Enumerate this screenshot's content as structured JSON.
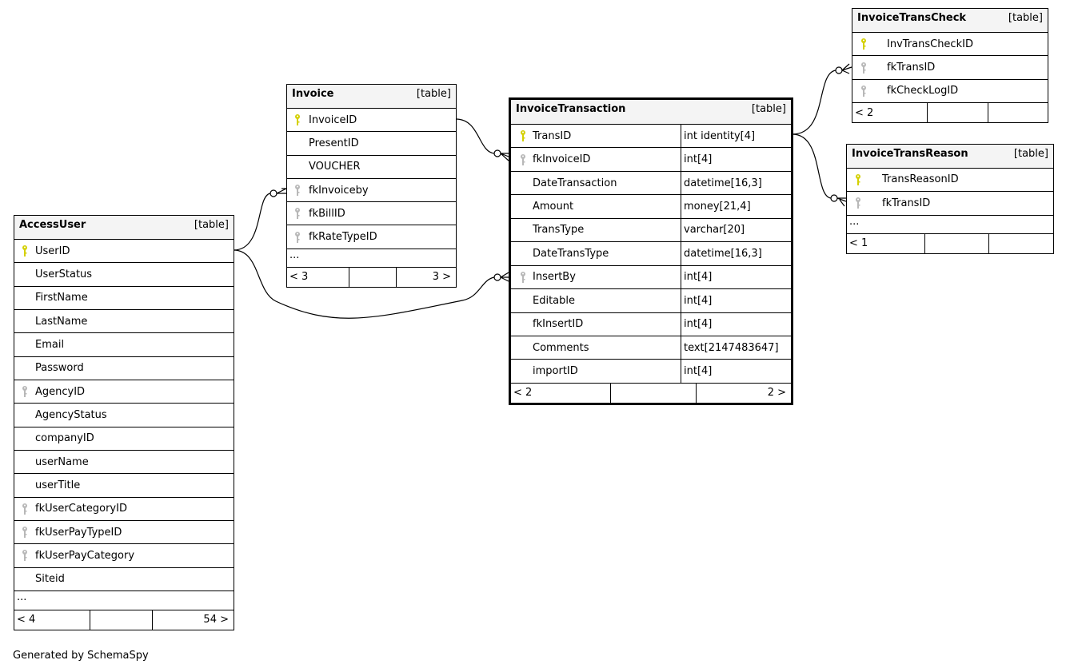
{
  "footer_text": "Generated by SchemaSpy",
  "colors": {
    "primary_key": "#d4d000",
    "foreign_key": "#b8b8b8",
    "header_bg": "#f4f4f4"
  },
  "tables": [
    {
      "id": "AccessUser",
      "name": "AccessUser",
      "kind": "[table]",
      "columns": [
        {
          "name": "UserID",
          "key": "pk"
        },
        {
          "name": "UserStatus"
        },
        {
          "name": "FirstName"
        },
        {
          "name": "LastName"
        },
        {
          "name": "Email"
        },
        {
          "name": "Password"
        },
        {
          "name": "AgencyID",
          "key": "fk"
        },
        {
          "name": "AgencyStatus"
        },
        {
          "name": "companyID"
        },
        {
          "name": "userName"
        },
        {
          "name": "userTitle"
        },
        {
          "name": "fkUserCategoryID",
          "key": "fk"
        },
        {
          "name": "fkUserPayTypeID",
          "key": "fk"
        },
        {
          "name": "fkUserPayCategory",
          "key": "fk"
        },
        {
          "name": "Siteid"
        }
      ],
      "more": "...",
      "footer": [
        "< 4",
        "",
        "54 >"
      ]
    },
    {
      "id": "Invoice",
      "name": "Invoice",
      "kind": "[table]",
      "columns": [
        {
          "name": "InvoiceID",
          "key": "pk"
        },
        {
          "name": "PresentID"
        },
        {
          "name": "VOUCHER"
        },
        {
          "name": "fkInvoiceby",
          "key": "fk"
        },
        {
          "name": "fkBillID",
          "key": "fk"
        },
        {
          "name": "fkRateTypeID",
          "key": "fk"
        }
      ],
      "more": "...",
      "footer": [
        "< 3",
        "",
        "3 >"
      ]
    },
    {
      "id": "InvoiceTransaction",
      "name": "InvoiceTransaction",
      "kind": "[table]",
      "columns": [
        {
          "name": "TransID",
          "key": "pk",
          "type": "int identity[4]"
        },
        {
          "name": "fkInvoiceID",
          "key": "fk",
          "type": "int[4]"
        },
        {
          "name": "DateTransaction",
          "type": "datetime[16,3]"
        },
        {
          "name": "Amount",
          "type": "money[21,4]"
        },
        {
          "name": "TransType",
          "type": "varchar[20]"
        },
        {
          "name": "DateTransType",
          "type": "datetime[16,3]"
        },
        {
          "name": "InsertBy",
          "key": "fk",
          "type": "int[4]"
        },
        {
          "name": "Editable",
          "type": "int[4]"
        },
        {
          "name": "fkInsertID",
          "type": "int[4]"
        },
        {
          "name": "Comments",
          "type": "text[2147483647]"
        },
        {
          "name": "importID",
          "type": "int[4]"
        }
      ],
      "footer": [
        "< 2",
        "",
        "2 >"
      ]
    },
    {
      "id": "InvoiceTransCheck",
      "name": "InvoiceTransCheck",
      "kind": "[table]",
      "columns": [
        {
          "name": "InvTransCheckID",
          "key": "pk"
        },
        {
          "name": "fkTransID",
          "key": "fk"
        },
        {
          "name": "fkCheckLogID",
          "key": "fk"
        }
      ],
      "footer": [
        "< 2",
        "",
        ""
      ]
    },
    {
      "id": "InvoiceTransReason",
      "name": "InvoiceTransReason",
      "kind": "[table]",
      "columns": [
        {
          "name": "TransReasonID",
          "key": "pk"
        },
        {
          "name": "fkTransID",
          "key": "fk"
        }
      ],
      "more": "...",
      "footer": [
        "< 1",
        "",
        ""
      ]
    }
  ]
}
